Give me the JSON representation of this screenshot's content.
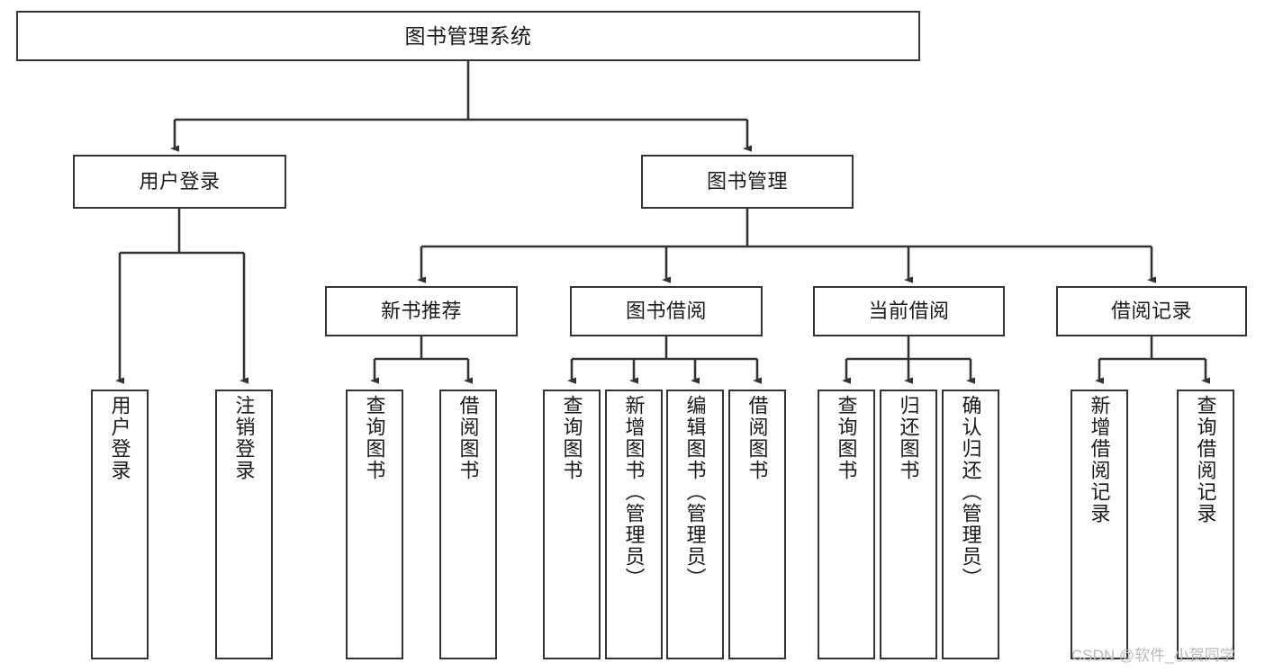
{
  "diagram": {
    "type": "tree-hierarchy-diagram",
    "title": "图书管理系统",
    "colors": {
      "node_border": "#333333",
      "node_fill": "#ffffff",
      "edge": "#333333",
      "text": "#1a1a1a",
      "watermark": "#b9b9b9",
      "background": "#ffffff"
    },
    "nodes": {
      "root": {
        "label": "图书管理系统"
      },
      "level2": [
        {
          "id": "user-login",
          "label": "用户登录"
        },
        {
          "id": "book-management",
          "label": "图书管理"
        }
      ],
      "level3": [
        {
          "id": "new-book-recommend",
          "label": "新书推荐"
        },
        {
          "id": "book-borrow",
          "label": "图书借阅"
        },
        {
          "id": "current-borrow",
          "label": "当前借阅"
        },
        {
          "id": "borrow-record",
          "label": "借阅记录"
        }
      ],
      "leaves": {
        "user_login": [
          {
            "id": "leaf-user-login",
            "label": "用户登录"
          },
          {
            "id": "leaf-logout-login",
            "label": "注销登录"
          }
        ],
        "new_book_recommend": [
          {
            "id": "leaf-query-book-1",
            "label": "查询图书"
          },
          {
            "id": "leaf-borrow-book-1",
            "label": "借阅图书"
          }
        ],
        "book_borrow": [
          {
            "id": "leaf-query-book-2",
            "label": "查询图书"
          },
          {
            "id": "leaf-add-book",
            "label": "新增图书（管理员）"
          },
          {
            "id": "leaf-edit-book",
            "label": "编辑图书（管理员）"
          },
          {
            "id": "leaf-borrow-book-2",
            "label": "借阅图书"
          }
        ],
        "current_borrow": [
          {
            "id": "leaf-query-book-3",
            "label": "查询图书"
          },
          {
            "id": "leaf-return-book",
            "label": "归还图书"
          },
          {
            "id": "leaf-confirm-return",
            "label": "确认归还（管理员）"
          }
        ],
        "borrow_record": [
          {
            "id": "leaf-add-record",
            "label": "新增借阅记录"
          },
          {
            "id": "leaf-query-record",
            "label": "查询借阅记录"
          }
        ]
      }
    },
    "watermark": "CSDN @软件_小贺同学"
  }
}
